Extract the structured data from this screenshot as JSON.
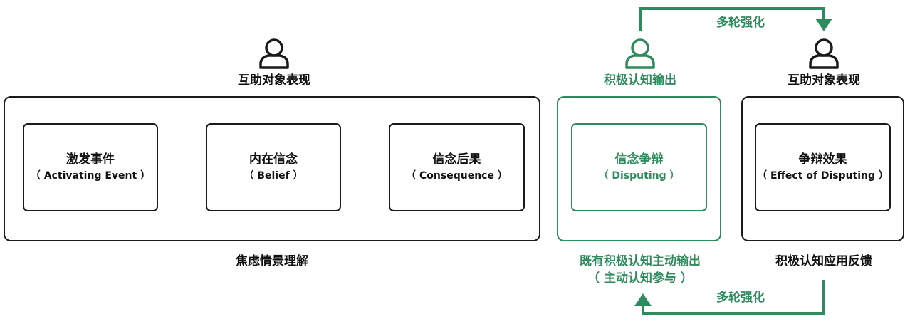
{
  "colors": {
    "accent_green": "#2e8b5e",
    "dark": "#1a1a1a"
  },
  "icons": {
    "person": "person-icon"
  },
  "left_group": {
    "top_label": "互助对象表现",
    "bottom_label": "焦虑情景理解",
    "boxes": [
      {
        "title": "激发事件",
        "subtitle": "（ Activating Event ）"
      },
      {
        "title": "内在信念",
        "subtitle": "（ Belief ）"
      },
      {
        "title": "信念后果",
        "subtitle": "（ Consequence ）"
      }
    ]
  },
  "middle_group": {
    "top_label": "积极认知输出",
    "bottom_label_1": "既有积极认知主动输出",
    "bottom_label_2": "（ 主动认知参与 ）",
    "box": {
      "title": "信念争辩",
      "subtitle": "（ Disputing ）"
    }
  },
  "right_group": {
    "top_label": "互助对象表现",
    "bottom_label": "积极认知应用反馈",
    "box": {
      "title": "争辩效果",
      "subtitle": "（ Effect of Disputing ）"
    }
  },
  "arrows": {
    "top_label": "多轮强化",
    "bottom_label": "多轮强化"
  }
}
